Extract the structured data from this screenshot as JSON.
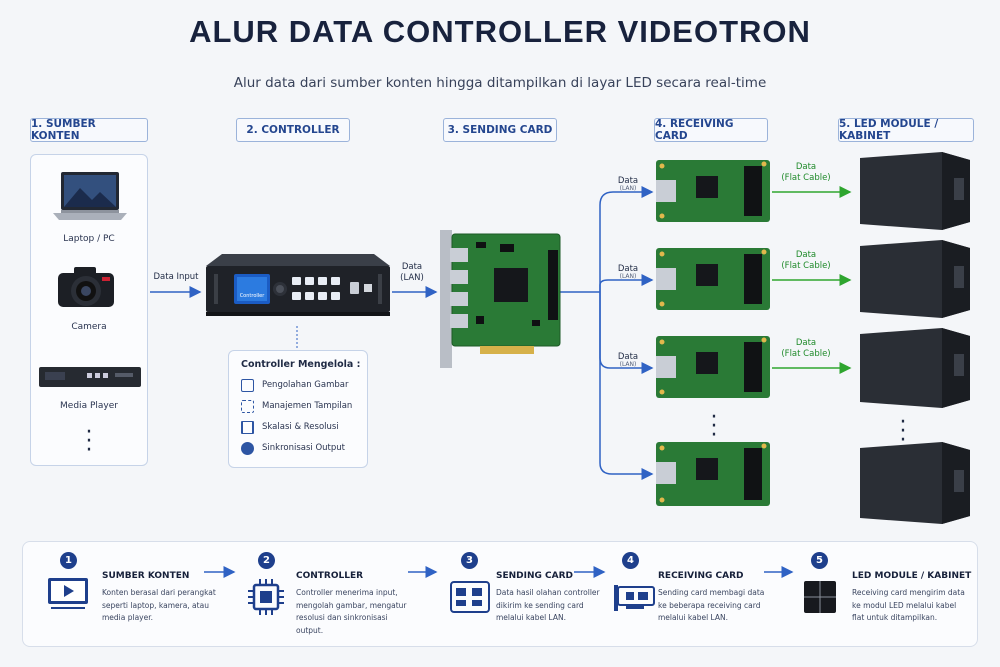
{
  "header": {
    "title": "ALUR DATA CONTROLLER VIDEOTRON",
    "subtitle": "Alur data dari sumber konten hingga ditampilkan di layar LED secara real-time"
  },
  "stages": [
    {
      "label": "1. SUMBER KONTEN"
    },
    {
      "label": "2. CONTROLLER"
    },
    {
      "label": "3. SENDING CARD"
    },
    {
      "label": "4. RECEIVING CARD"
    },
    {
      "label": "5. LED MODULE / KABINET"
    }
  ],
  "sources": [
    {
      "label": "Laptop / PC",
      "icon": "laptop-icon"
    },
    {
      "label": "Camera",
      "icon": "camera-icon"
    },
    {
      "label": "Media Player",
      "icon": "media-player-icon"
    }
  ],
  "connectors": {
    "data_input": "Data Input",
    "data_lan": "Data",
    "data_lan_sub": "(LAN)",
    "data_flat": "Data",
    "data_flat_sub": "(Flat Cable)"
  },
  "controller_panel": {
    "title": "Controller Mengelola :",
    "items": [
      {
        "label": "Pengolahan Gambar",
        "icon": "monitor-icon"
      },
      {
        "label": "Manajemen Tampilan",
        "icon": "layout-icon"
      },
      {
        "label": "Skalasi & Resolusi",
        "icon": "resize-icon"
      },
      {
        "label": "Sinkronisasi Output",
        "icon": "sync-icon"
      }
    ]
  },
  "device_screen": {
    "label": "Controller"
  },
  "steps": [
    {
      "num": "1",
      "title": "SUMBER KONTEN",
      "lines": [
        "Konten berasal dari perangkat",
        "seperti laptop, kamera, atau",
        "media player."
      ],
      "icon": "play-screen-icon"
    },
    {
      "num": "2",
      "title": "CONTROLLER",
      "lines": [
        "Controller menerima input,",
        "mengolah gambar, mengatur",
        "resolusi dan sinkronisasi output."
      ],
      "icon": "chip-icon"
    },
    {
      "num": "3",
      "title": "SENDING CARD",
      "lines": [
        "Data hasil olahan controller",
        "dikirim ke sending card",
        "melalui kabel LAN."
      ],
      "icon": "network-card-icon"
    },
    {
      "num": "4",
      "title": "RECEIVING CARD",
      "lines": [
        "Sending card membagi data",
        "ke beberapa receiving card",
        "melalui kabel LAN."
      ],
      "icon": "pcie-card-icon"
    },
    {
      "num": "5",
      "title": "LED MODULE / KABINET",
      "lines": [
        "Receiving card mengirim data",
        "ke modul LED melalui kabel",
        "flat untuk ditampilkan."
      ],
      "icon": "led-module-icon"
    }
  ],
  "colors": {
    "accent": "#1e3f8c",
    "lan_line": "#2f62c4",
    "flat_line": "#2ea52f",
    "pcb": "#2a7a36"
  }
}
